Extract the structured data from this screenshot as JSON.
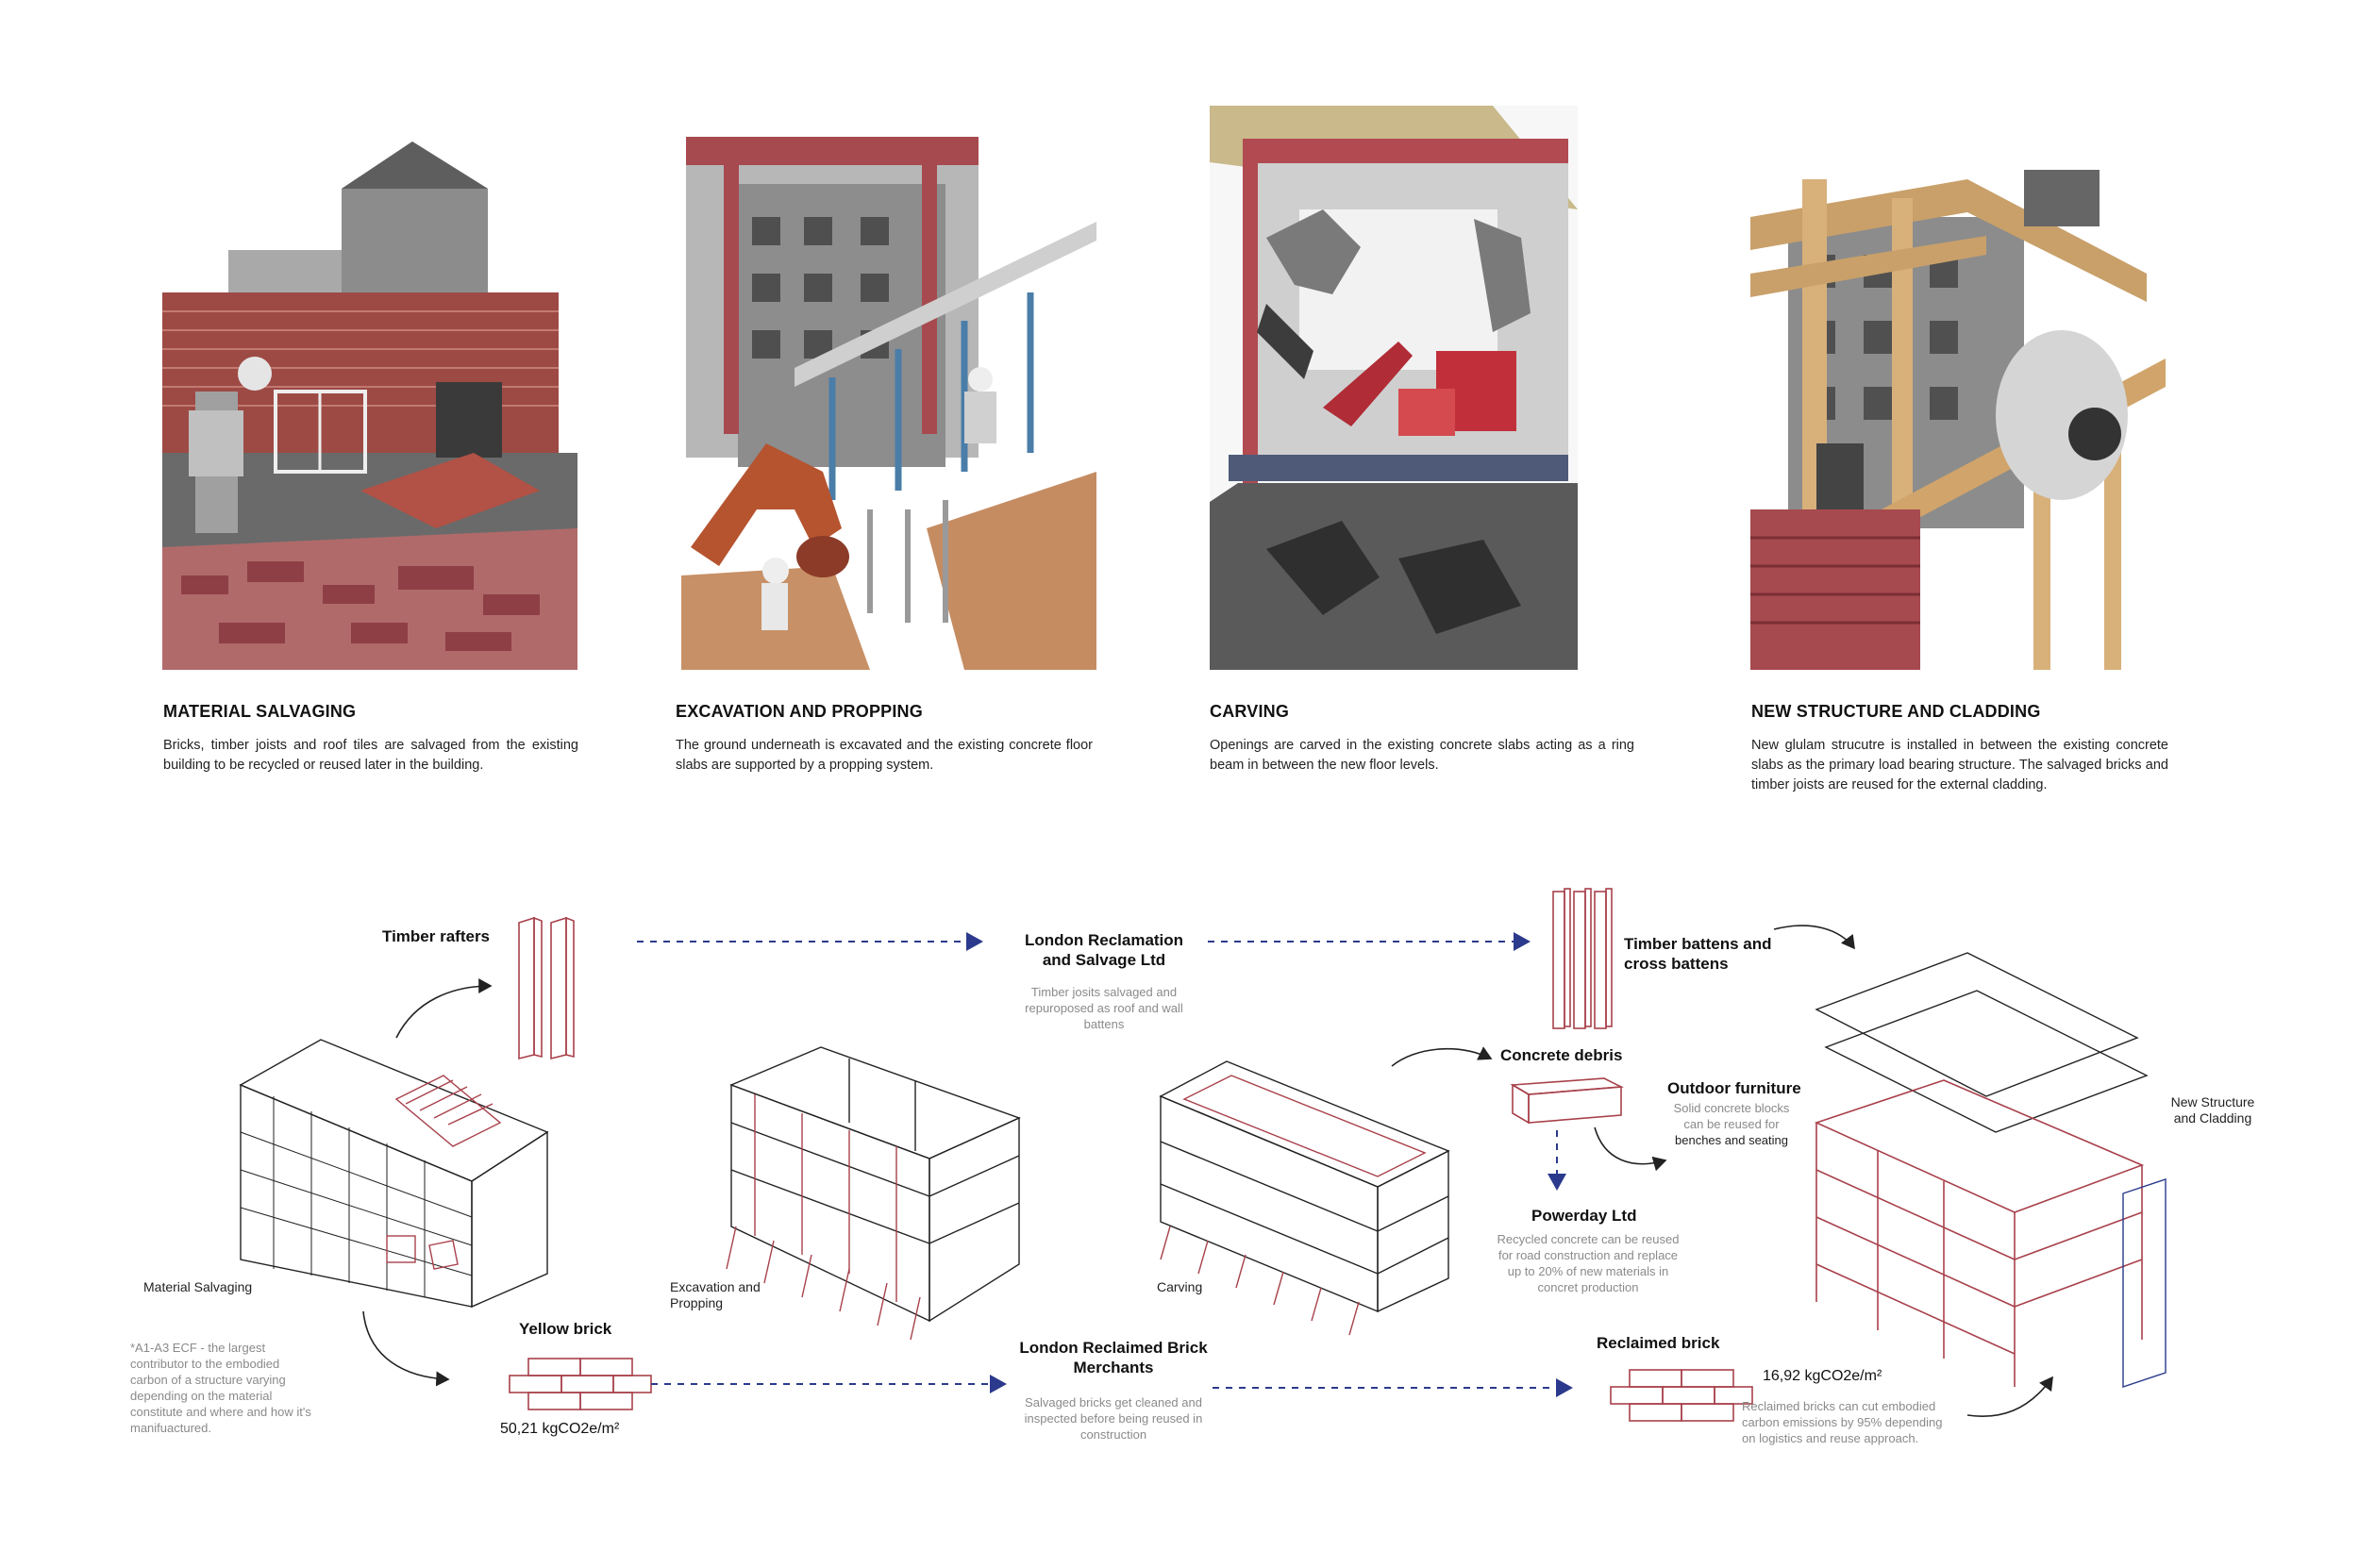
{
  "steps": [
    {
      "title": "MATERIAL SALVAGING",
      "desc": "Bricks, timber joists and roof tiles are salvaged from the existing building to be recycled or reused later in the building."
    },
    {
      "title": "EXCAVATION AND PROPPING",
      "desc": "The ground underneath is excavated and the existing concrete floor slabs are supported by a propping system."
    },
    {
      "title": "CARVING",
      "desc": "Openings are carved in the existing concrete slabs acting as a ring beam in between the new floor levels."
    },
    {
      "title": "NEW STRUCTURE AND CLADDING",
      "desc": "New glulam strucutre is installed in between the existing concrete slabs as the primary load bearing structure. The salvaged bricks and timber joists are reused for the external cladding."
    }
  ],
  "diagram": {
    "timber_rafters": "Timber rafters",
    "london_reclamation": "London Reclamation and Salvage Ltd",
    "london_reclamation_note": "Timber josits salvaged and repuroposed as roof and wall battens",
    "timber_battens": "Timber battens and cross battens",
    "concrete_debris": "Concrete debris",
    "outdoor_furniture": "Outdoor furniture",
    "outdoor_furniture_note_1": "Solid concrete blocks can be reused for ",
    "outdoor_furniture_note_2": "benches and seating",
    "powerday": "Powerday Ltd",
    "powerday_note": "Recycled concrete can be reused for road construction and replace up to 20% of new materials in concret production",
    "material_salvaging": "Material Salvaging",
    "excavation_propping": "Excavation and Propping",
    "carving": "Carving",
    "new_structure": "New Structure and Cladding",
    "ecf_note": "*A1-A3 ECF - the largest contributor to the embodied carbon of a structure varying depending on the material constitute and where and how it's manifuactured.",
    "yellow_brick": "Yellow brick",
    "yellow_brick_value": "50,21 kgCO2e/m²",
    "brick_merchants": "London Reclaimed Brick Merchants",
    "brick_merchants_note": "Salvaged bricks get cleaned and inspected before being reused in construction",
    "reclaimed_brick": "Reclaimed brick",
    "reclaimed_brick_value": "16,92 kgCO2e/m²",
    "reclaimed_note": "Reclaimed bricks can cut embodied carbon emissions by 95% depending on logistics and reuse approach."
  },
  "colors": {
    "brick_red": "#a8414b",
    "arrow_blue": "#2b3a8c",
    "sketch_line": "#222222"
  }
}
